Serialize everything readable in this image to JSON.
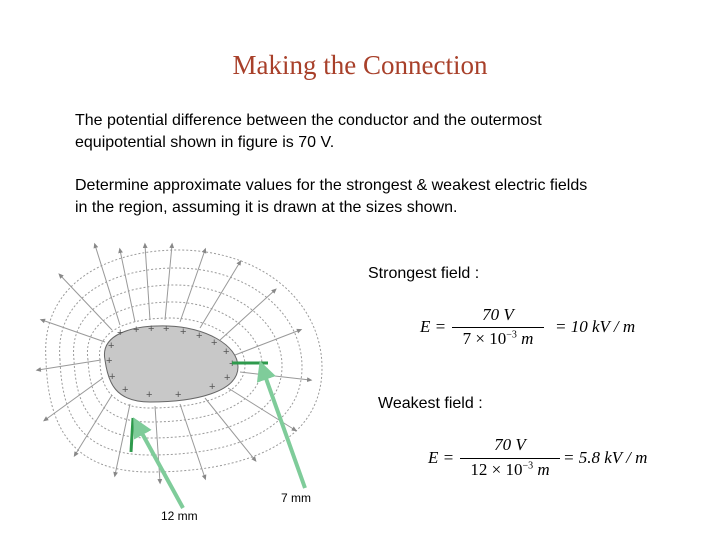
{
  "title": "Making the Connection",
  "paragraph1": {
    "line1": "The potential difference between the conductor and the outermost",
    "line2": "equipotential shown in figure is 70 V."
  },
  "paragraph2": {
    "line1": "Determine approximate values for the strongest & weakest electric fields",
    "line2": "in the region, assuming it is drawn at the sizes shown."
  },
  "strongest": {
    "label": "Strongest field :",
    "lhs": "E =",
    "numerator": "70 V",
    "denominator_coeff": "7 × 10",
    "denominator_exp": "−3",
    "denominator_unit": " m",
    "result": "= 10 kV / m"
  },
  "weakest": {
    "label": "Weakest field :",
    "lhs": "E =",
    "numerator": "70 V",
    "denominator_coeff": "12 × 10",
    "denominator_exp": "−3",
    "denominator_unit": " m",
    "result": "= 5.8 kV / m"
  },
  "figure": {
    "label_7mm": "7 mm",
    "label_12mm": "12 mm",
    "conductor_fill": "#c8c8c8",
    "arrow_color": "#7fcc9a",
    "marker_color": "#2e9a4c",
    "charge_symbol": "+"
  }
}
